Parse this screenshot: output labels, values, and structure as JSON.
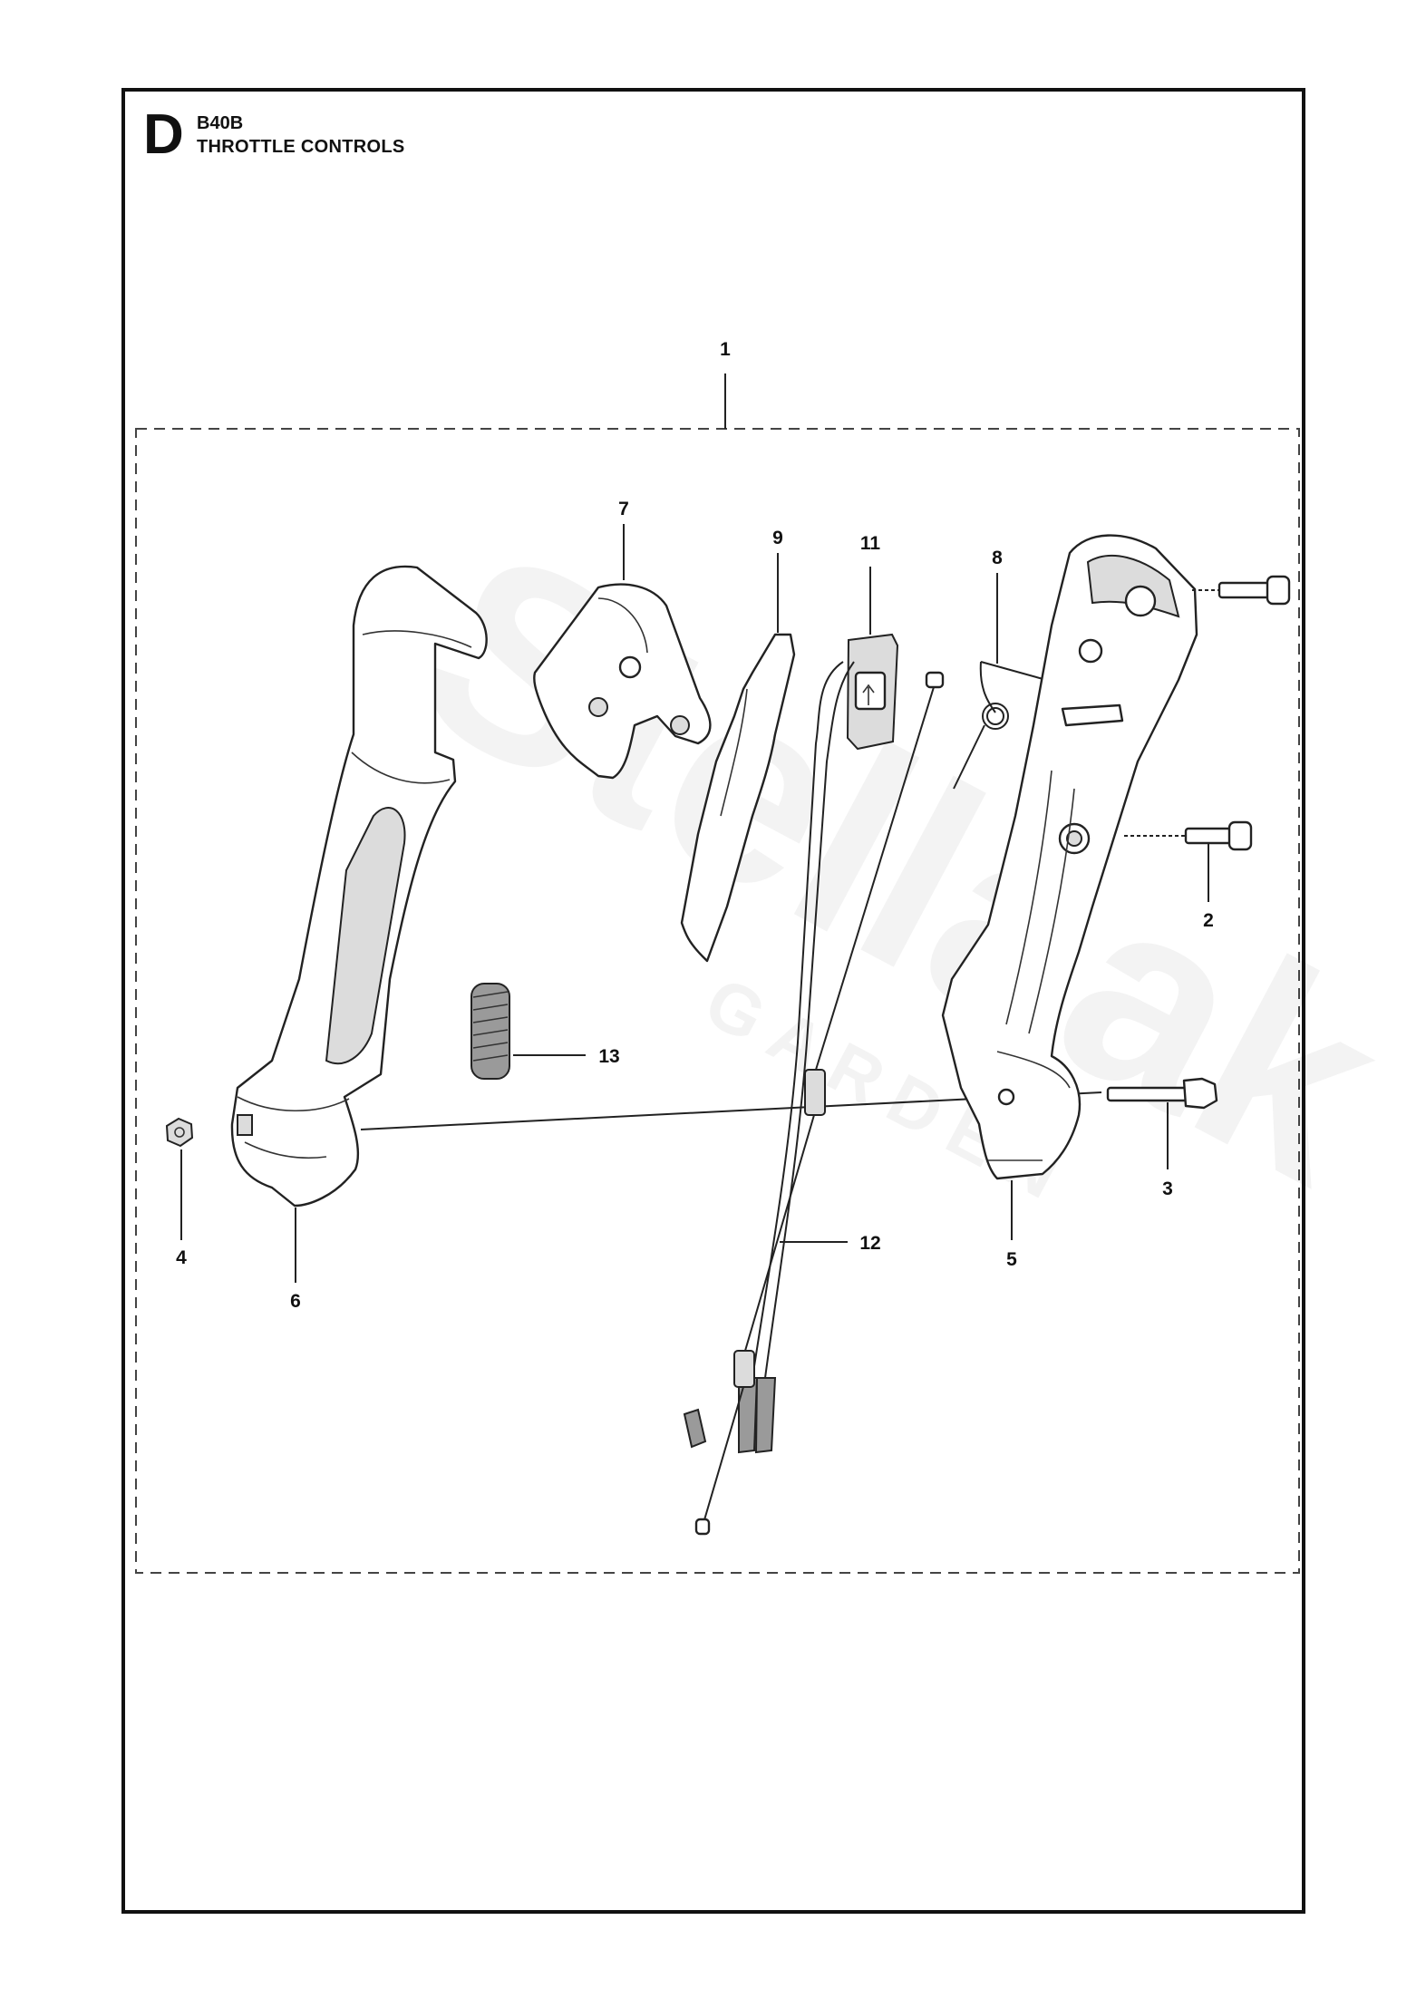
{
  "section_letter": "D",
  "model": "B40B",
  "title": "THROTTLE CONTROLS",
  "watermark": {
    "brand": "Stellaak",
    "sub": "GARDEN"
  },
  "callouts": {
    "c1": "1",
    "c2": "2",
    "c3": "3",
    "c4": "4",
    "c5": "5",
    "c6": "6",
    "c7": "7",
    "c8": "8",
    "c9": "9",
    "c11": "11",
    "c12": "12",
    "c13": "13"
  }
}
